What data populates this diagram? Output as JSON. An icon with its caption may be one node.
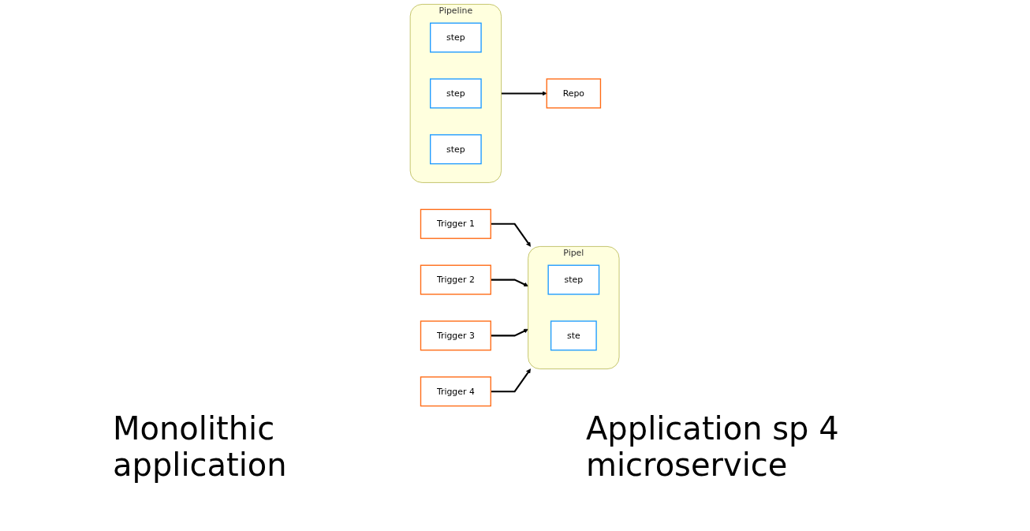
{
  "diagram": {
    "nodes": [
      {
        "text": [
          "Pipeline"
        ]
      },
      {
        "text": [
          "step"
        ],
        "in": 0
      },
      {
        "text": [
          "step"
        ],
        "in": 0
      },
      {
        "text": [
          "step"
        ],
        "in": 0
      },
      {
        "text": [
          "Repo"
        ]
      },
      {
        "text": [
          "Trigger 1"
        ]
      },
      {
        "text": [
          "Trigger 2"
        ]
      },
      {
        "text": [
          "Trigger 3"
        ]
      },
      {
        "text": [
          "Trigger 4"
        ]
      },
      {
        "text": [
          "Pipel"
        ]
      },
      {
        "text": [
          "step"
        ],
        "in": 9
      },
      {
        "text": [
          "ste"
        ],
        "in": 9
      }
    ],
    "edges": [
      {
        "from": 0,
        "to": 4,
        "arrow": "to"
      },
      {
        "from": 5,
        "to": 9,
        "arrow": "to"
      },
      {
        "from": 6,
        "to": 9,
        "arrow": "to"
      },
      {
        "from": 7,
        "to": 9,
        "arrow": "to"
      },
      {
        "from": 8,
        "to": 9,
        "arrow": "to"
      }
    ],
    "labels": [
      "Monolithic application",
      "Application sp 4 microservice"
    ]
  }
}
